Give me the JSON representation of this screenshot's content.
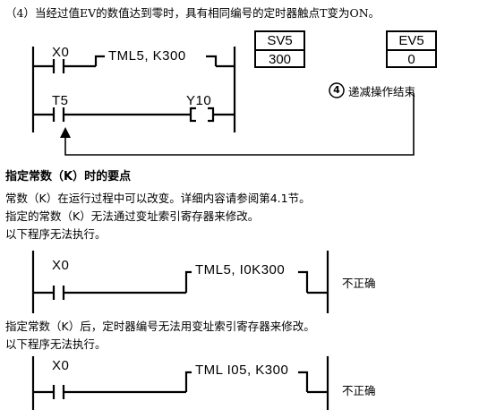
{
  "step4_caption": "（4）当经过值EV的数值达到零时，具有相同编号的定时器触点T变为ON。",
  "diagram1": {
    "contact1": "X0",
    "instruction": "TML5, K300",
    "contact2": "T5",
    "coil": "Y10",
    "sv_label": "SV5",
    "sv_value": "300",
    "ev_label": "EV5",
    "ev_value": "0",
    "step_marker": "4",
    "step_note": "递减操作结束"
  },
  "notes": {
    "heading": "指定常数（K）时的要点",
    "line1": "常数（K）在运行过程中可以改变。详细内容请参阅第4.1节。",
    "line2": "指定的常数（K）无法通过变址索引寄存器来修改。",
    "line3": "以下程序无法执行。"
  },
  "diagram2": {
    "contact": "X0",
    "instruction": "TML5, I0K300",
    "verdict": "不正确"
  },
  "notes2": {
    "line1": "指定常数（K）后，定时器编号无法用变址索引寄存器来修改。",
    "line2": "以下程序无法执行。"
  },
  "diagram3": {
    "contact": "X0",
    "instruction": "TML I05, K300",
    "verdict": "不正确"
  }
}
